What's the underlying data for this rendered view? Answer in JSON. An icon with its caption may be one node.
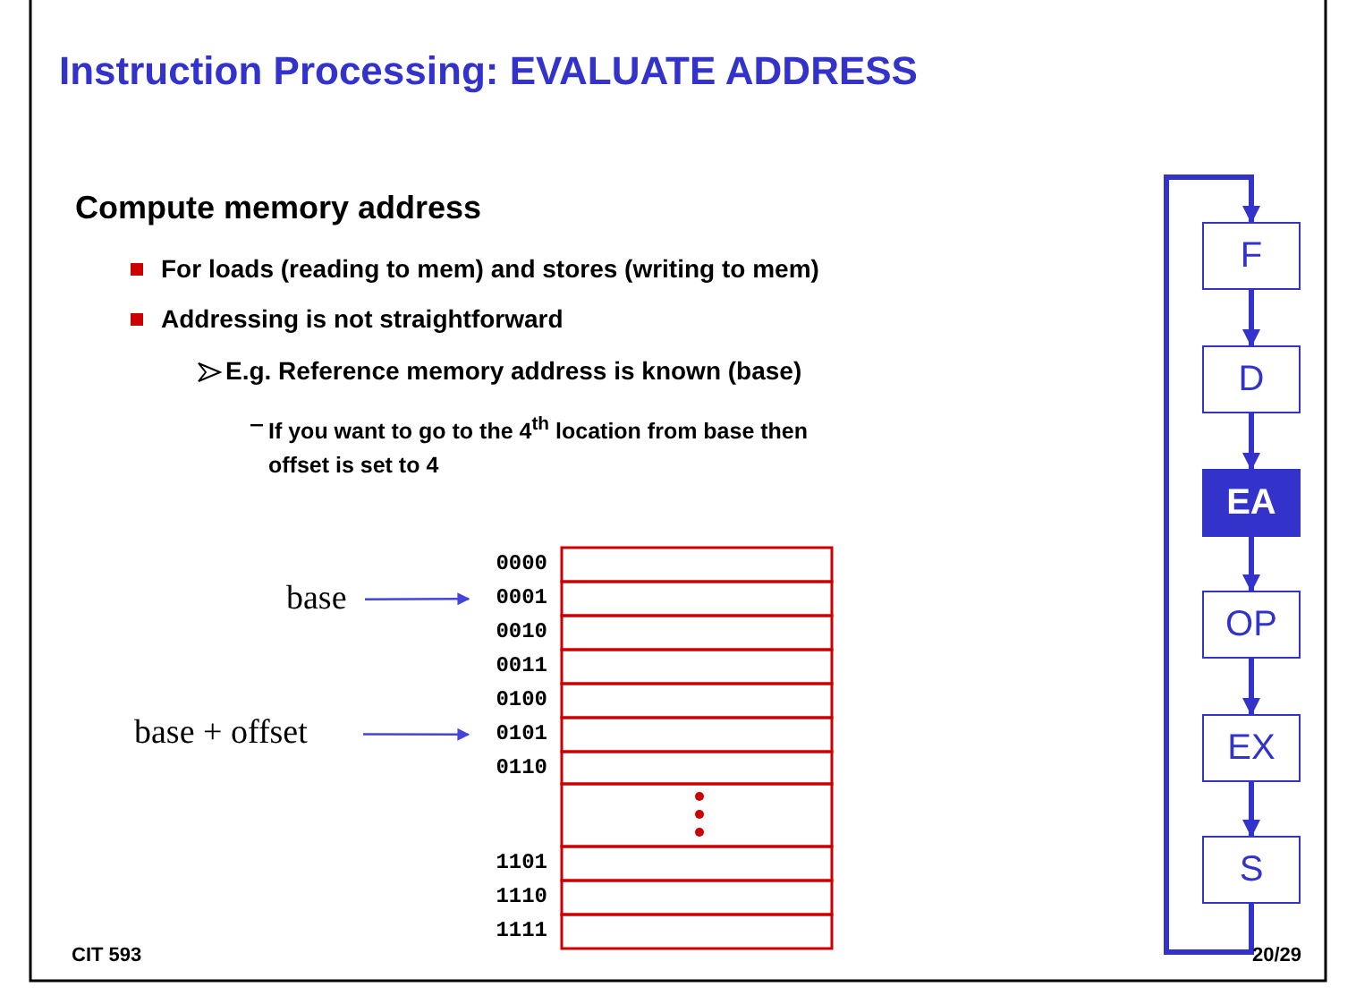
{
  "diagram": {
    "title": "Instruction Processing: EVALUATE ADDRESS",
    "nodes": [
      {
        "text": [
          "F"
        ]
      },
      {
        "text": [
          "D"
        ]
      },
      {
        "text": [
          "EA"
        ]
      },
      {
        "text": [
          "OP"
        ]
      },
      {
        "text": [
          "EX"
        ]
      },
      {
        "text": [
          "S"
        ]
      },
      {
        "text": [
          "base"
        ]
      },
      {
        "text": [
          "0001"
        ]
      },
      {
        "text": [
          "base + offset"
        ]
      },
      {
        "text": [
          "0101"
        ]
      }
    ],
    "edges": [
      {
        "from": 0,
        "to": 1,
        "arrow": "to"
      },
      {
        "from": 1,
        "to": 2,
        "arrow": "to"
      },
      {
        "from": 2,
        "to": 3,
        "arrow": "to"
      },
      {
        "from": 3,
        "to": 4,
        "arrow": "to"
      },
      {
        "from": 4,
        "to": 5,
        "arrow": "to"
      },
      {
        "from": 5,
        "to": 0,
        "arrow": "to"
      },
      {
        "from": 6,
        "to": 7,
        "arrow": "to",
        "color": "#4444dd"
      },
      {
        "from": 8,
        "to": 9,
        "arrow": "to",
        "color": "#4444dd"
      }
    ],
    "labels": [
      "Compute memory address",
      "For loads (reading to mem) and stores (writing to mem)",
      "Addressing is not straightforward",
      "E.g. Reference memory address is known (base)",
      "If you want to go to the 4$^{th}$ location from base then offset is set to 4",
      "0000",
      "0010",
      "0011",
      "0100",
      "0110",
      "1101",
      "1110",
      "1111",
      "CIT 593",
      "20/29"
    ]
  }
}
